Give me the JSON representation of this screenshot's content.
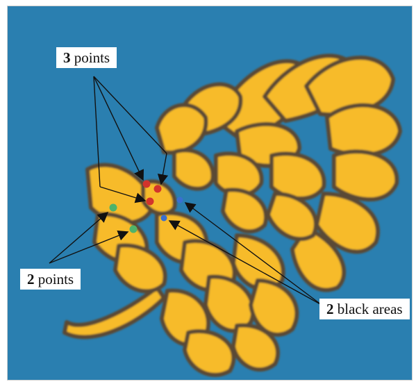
{
  "colors": {
    "background": "#2a7fb0",
    "petal_fill": "#f7bb2c",
    "petal_outline": "#5a4a35",
    "arrow": "#111111",
    "point_red": "#d2342c",
    "point_green": "#4fb36a",
    "point_blue": "#3a6fd0"
  },
  "callouts": {
    "top": {
      "count": "3",
      "text": " points"
    },
    "left": {
      "count": "2",
      "text": " points"
    },
    "right": {
      "count": "2",
      "text": " black areas"
    }
  }
}
